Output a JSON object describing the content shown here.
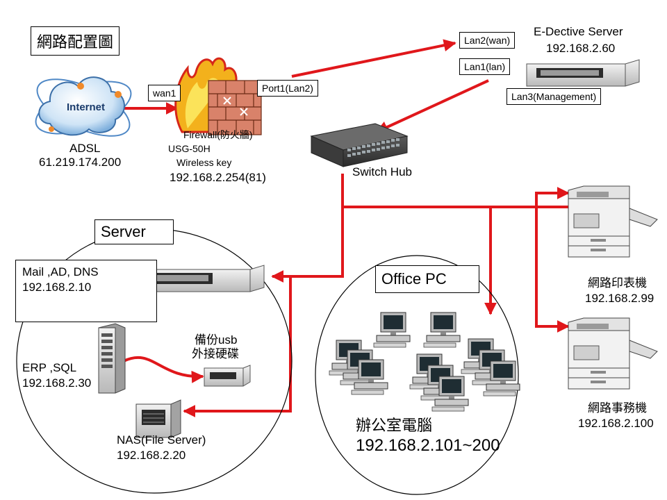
{
  "title": "網路配置圖",
  "internet": {
    "label": "Internet",
    "name": "ADSL",
    "ip": "61.219.174.200"
  },
  "firewall": {
    "wan_port": "wan1",
    "lan_port": "Port1(Lan2)",
    "name": "Firewall(防火牆)",
    "model": "USG-50H",
    "wireless": "Wireless key",
    "ip": "192.168.2.254(81)"
  },
  "edective": {
    "name": "E-Dective Server",
    "ip": "192.168.2.60",
    "lan2": "Lan2(wan)",
    "lan1": "Lan1(lan)",
    "lan3": "Lan3(Management)"
  },
  "switch": {
    "name": "Switch Hub"
  },
  "server_group": {
    "title": "Server",
    "mail": {
      "name": "Mail ,AD, DNS",
      "ip": "192.168.2.10"
    },
    "erp": {
      "name": "ERP ,SQL",
      "ip": "192.168.2.30"
    },
    "usb_backup": {
      "line1": "備份usb",
      "line2": "外接硬碟"
    },
    "nas": {
      "name": "NAS(File Server)",
      "ip": "192.168.2.20"
    }
  },
  "office": {
    "title": "Office PC",
    "name": "辦公室電腦",
    "ip_range": "192.168.2.101~200"
  },
  "printers": [
    {
      "name": "網路印表機",
      "ip": "192.168.2.99"
    },
    {
      "name": "網路事務機",
      "ip": "192.168.2.100"
    }
  ],
  "colors": {
    "link": "#e0171b",
    "frame": "#000000"
  }
}
